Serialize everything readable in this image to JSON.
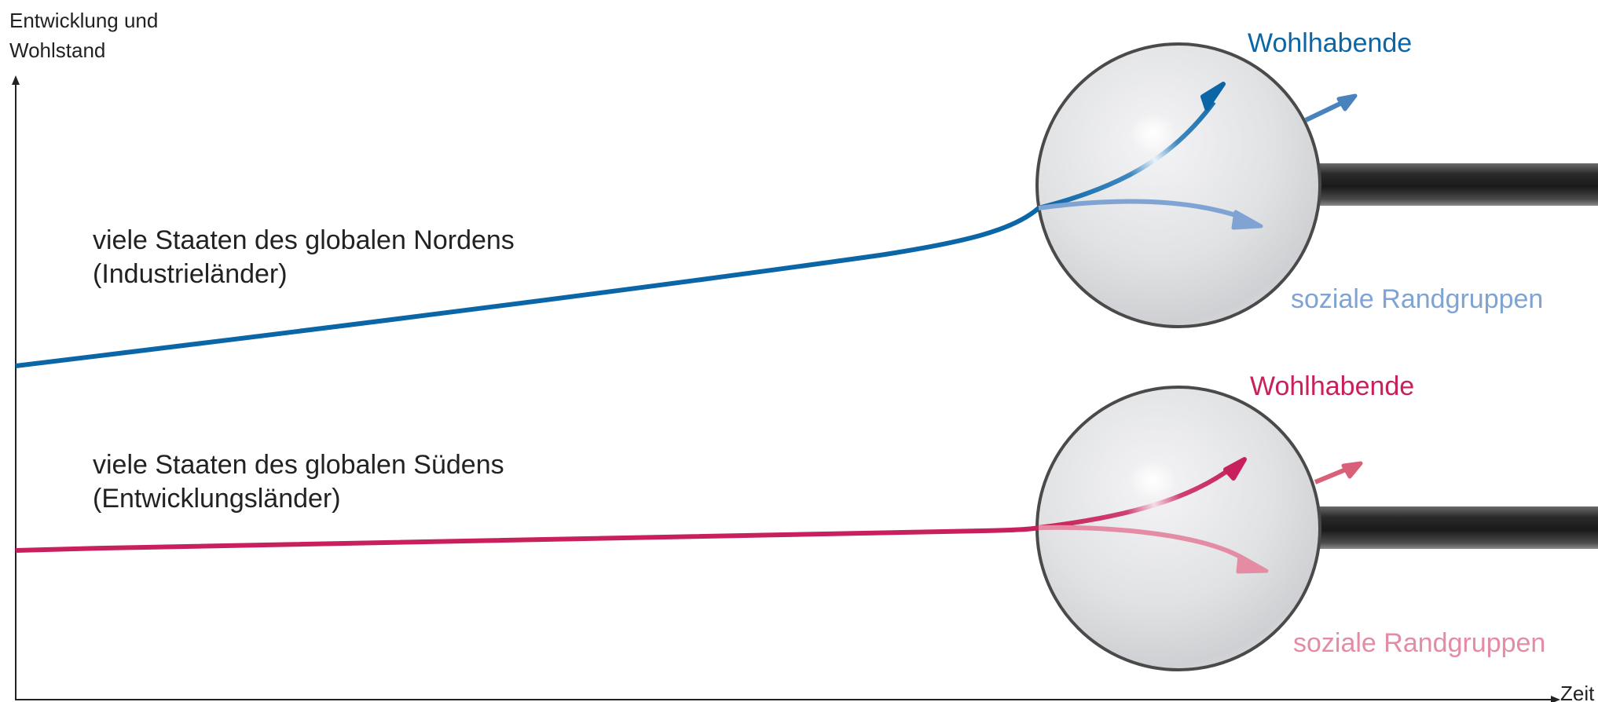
{
  "axes": {
    "y_label_line1": "Entwicklung und",
    "y_label_line2": "Wohlstand",
    "x_label": "Zeit"
  },
  "north": {
    "label_line1": "viele Staaten des globalen Nordens",
    "label_line2": "(Industrieländer)",
    "wealthy_label": "Wohlhabende",
    "marginal_label": "soziale Randgruppen"
  },
  "south": {
    "label_line1": "viele Staaten des globalen Südens",
    "label_line2": "(Entwicklungsländer)",
    "wealthy_label": "Wohlhabende",
    "marginal_label": "soziale Randgruppen"
  },
  "colors": {
    "north_line": "#0a66a6",
    "north_light": "#7fa3d2",
    "south_line": "#c8205c",
    "south_light": "#e38ca4",
    "axis": "#222222",
    "lens_rim": "#4a4a4a"
  }
}
